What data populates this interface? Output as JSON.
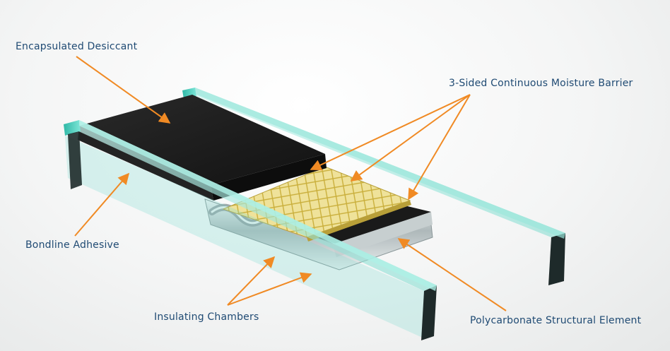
{
  "labels": {
    "encapsulated_desiccant": "Encapsulated Desiccant",
    "moisture_barrier": "3-Sided Continuous Moisture Barrier",
    "bondline_adhesive": "Bondline Adhesive",
    "insulating_chambers": "Insulating Chambers",
    "polycarbonate_element": "Polycarbonate Structural Element"
  },
  "colors": {
    "glass": "#5fd6c6",
    "desiccant": "#1c1c1c",
    "barrier_mesh": "#efe29a",
    "callout_arrow": "#f08a24",
    "label_text": "#1f4a73"
  }
}
